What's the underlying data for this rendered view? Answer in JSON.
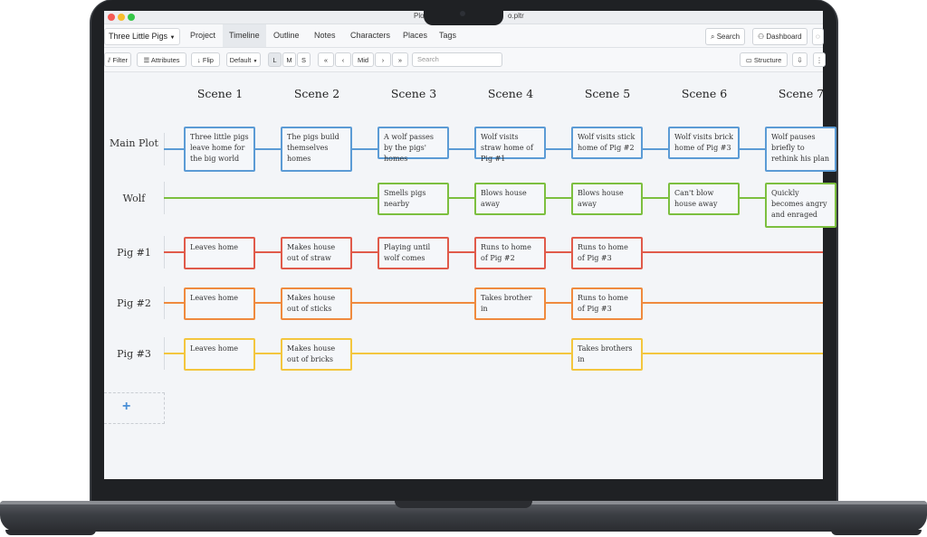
{
  "window": {
    "title": "Plot",
    "title_suffix": "o.pltr"
  },
  "nav": {
    "project": "Three Little Pigs",
    "tabs": [
      "Project",
      "Timeline",
      "Outline",
      "Notes",
      "Characters",
      "Places",
      "Tags"
    ],
    "active_tab": "Timeline",
    "search_label": "Search",
    "dashboard_label": "Dashboard"
  },
  "toolbar": {
    "filter": "Filter",
    "attributes": "Attributes",
    "flip": "Flip",
    "default": "Default",
    "sizes": [
      "L",
      "M",
      "S"
    ],
    "first": "«",
    "prev": "‹",
    "mid": "Mid",
    "next": "›",
    "last": "»",
    "search_placeholder": "Search",
    "structure": "Structure"
  },
  "scenes": [
    "Scene 1",
    "Scene 2",
    "Scene 3",
    "Scene 4",
    "Scene 5",
    "Scene 6",
    "Scene 7"
  ],
  "plotlines": [
    {
      "name": "Main Plot",
      "color": "#5b9bd5"
    },
    {
      "name": "Wolf",
      "color": "#7cbf3f"
    },
    {
      "name": "Pig #1",
      "color": "#e05a4a"
    },
    {
      "name": "Pig #2",
      "color": "#ef8a3e"
    },
    {
      "name": "Pig #3",
      "color": "#f3c63e"
    }
  ],
  "cards": {
    "main_1": "Three little pigs leave home for the big world",
    "main_2": "The pigs build themselves homes",
    "main_3": "A wolf passes by the pigs' homes",
    "main_4": "Wolf visits straw home of Pig #1",
    "main_5": "Wolf visits stick home of Pig #2",
    "main_6": "Wolf visits brick home of Pig #3",
    "main_7": "Wolf pauses briefly to rethink his plan",
    "wolf_3": "Smells pigs nearby",
    "wolf_4": "Blows house away",
    "wolf_5": "Blows house away",
    "wolf_6": "Can't blow house away",
    "wolf_7": "Quickly becomes angry and enraged",
    "pig1_1": "Leaves home",
    "pig1_2": "Makes house out of straw",
    "pig1_3": "Playing until wolf comes",
    "pig1_4": "Runs to home of Pig #2",
    "pig1_5": "Runs to home of Pig #3",
    "pig2_1": "Leaves home",
    "pig2_2": "Makes house out of sticks",
    "pig2_4": "Takes brother in",
    "pig2_5": "Runs to home of Pig #3",
    "pig3_1": "Leaves home",
    "pig3_2": "Makes house out of bricks",
    "pig3_5": "Takes brothers in"
  },
  "add_plotline": "+"
}
